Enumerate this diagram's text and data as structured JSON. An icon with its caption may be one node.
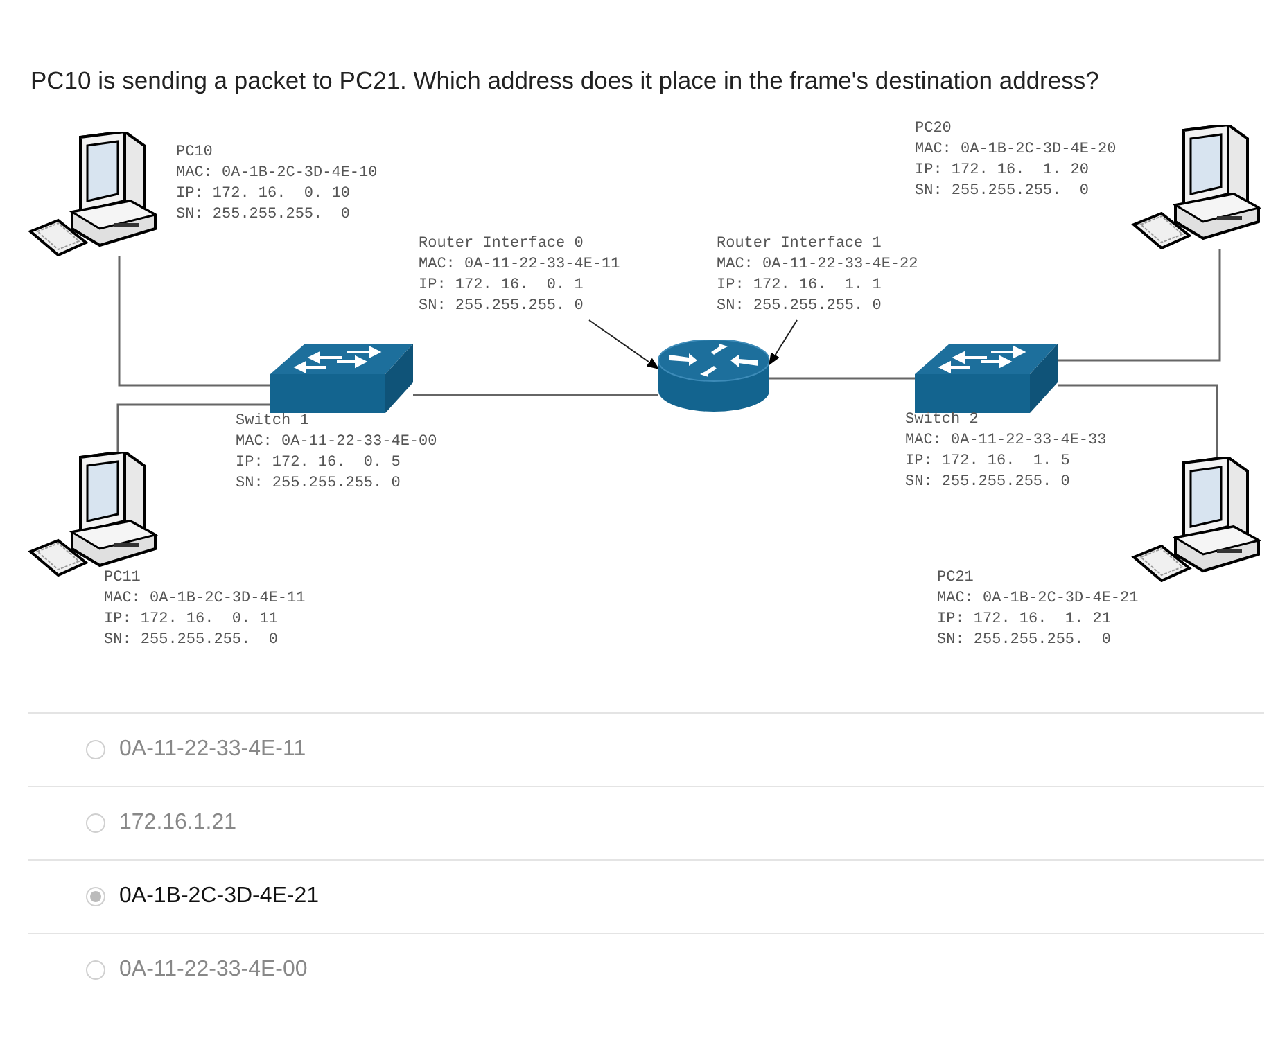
{
  "diagram": {
    "title": "PC10 is sending a packet to PC21. Which address does it place in the frame's destination address?",
    "nodes": [
      {
        "text": [],
        "shape": "computer",
        "beside": [
          "PC10",
          "MAC: 0A-1B-2C-3D-4E-10",
          "IP: 172. 16.  0. 10",
          "SN: 255.255.255.  0"
        ]
      },
      {
        "text": [],
        "shape": "computer",
        "beside": [
          "PC20",
          "MAC: 0A-1B-2C-3D-4E-20",
          "IP: 172. 16.  1. 20",
          "SN: 255.255.255.  0"
        ]
      },
      {
        "text": [
          "Router Interface 0",
          "MAC: 0A-11-22-33-4E-11",
          "IP: 172. 16.  0. 1",
          "SN: 255.255.255. 0"
        ]
      },
      {
        "text": [
          "Router Interface 1",
          "MAC: 0A-11-22-33-4E-22",
          "IP: 172. 16.  1. 1",
          "SN: 255.255.255. 0"
        ]
      },
      {
        "text": [],
        "shape": "switch",
        "beside": [
          "Switch 1",
          "MAC: 0A-11-22-33-4E-00",
          "IP: 172. 16.  0. 5",
          "SN: 255.255.255. 0"
        ]
      },
      {
        "text": [],
        "shape": "router"
      },
      {
        "text": [],
        "shape": "switch",
        "beside": [
          "Switch 2",
          "MAC: 0A-11-22-33-4E-33",
          "IP: 172. 16.  1. 5",
          "SN: 255.255.255. 0"
        ]
      },
      {
        "text": [],
        "shape": "computer",
        "beside": [
          "PC11",
          "MAC: 0A-1B-2C-3D-4E-11",
          "IP: 172. 16.  0. 11",
          "SN: 255.255.255.  0"
        ]
      },
      {
        "text": [],
        "shape": "computer",
        "beside": [
          "PC21",
          "MAC: 0A-1B-2C-3D-4E-21",
          "IP: 172. 16.  1. 21",
          "SN: 255.255.255.  0"
        ]
      }
    ],
    "edges": [
      {
        "from": 0,
        "to": 4,
        "arrow": "none"
      },
      {
        "from": 7,
        "to": 4,
        "arrow": "none"
      },
      {
        "from": 4,
        "to": 5,
        "arrow": "none"
      },
      {
        "from": 5,
        "to": 6,
        "arrow": "none"
      },
      {
        "from": 6,
        "to": 1,
        "arrow": "none"
      },
      {
        "from": 6,
        "to": 8,
        "arrow": "none"
      },
      {
        "from": 2,
        "to": 5,
        "arrow": "to"
      },
      {
        "from": 3,
        "to": 5,
        "arrow": "to"
      }
    ],
    "labels": [
      "0A-11-22-33-4E-11",
      "172.16.1.21",
      "0A-1B-2C-3D-4E-21",
      "0A-11-22-33-4E-00"
    ]
  }
}
